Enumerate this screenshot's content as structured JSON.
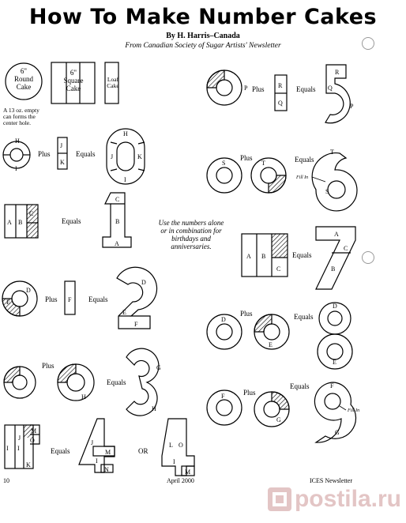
{
  "header": {
    "title": "How To Make Number Cakes",
    "author": "By H. Harris–Canada",
    "source": "From Canadian Society of Sugar Artists' Newsletter"
  },
  "pans": {
    "round": [
      "6\"",
      "Round",
      "Cake"
    ],
    "square": [
      "6\"",
      "Square",
      "Cake"
    ],
    "loaf": [
      "Loaf",
      "Cake"
    ],
    "note": [
      "A 13 oz. empty",
      "can forms the",
      "center hole."
    ]
  },
  "words": {
    "plus": "Plus",
    "equals": "Equals",
    "or": "OR",
    "fill_in": "Fill In"
  },
  "tip": [
    "Use the numbers alone",
    "or in combination for",
    "birthdays and",
    "anniversaries."
  ],
  "letters": {
    "A": "A",
    "B": "B",
    "C": "C",
    "D": "D",
    "E": "E",
    "F": "F",
    "G": "G",
    "H": "H",
    "I": "I",
    "J": "J",
    "K": "K",
    "L": "L",
    "M": "M",
    "N": "N",
    "O": "O",
    "P": "P",
    "Q": "Q",
    "R": "R",
    "S": "S",
    "T": "T"
  },
  "footer": {
    "page": "10",
    "date": "April 2000",
    "newsletter": "ICES Newsletter"
  },
  "watermark": "postila.ru"
}
